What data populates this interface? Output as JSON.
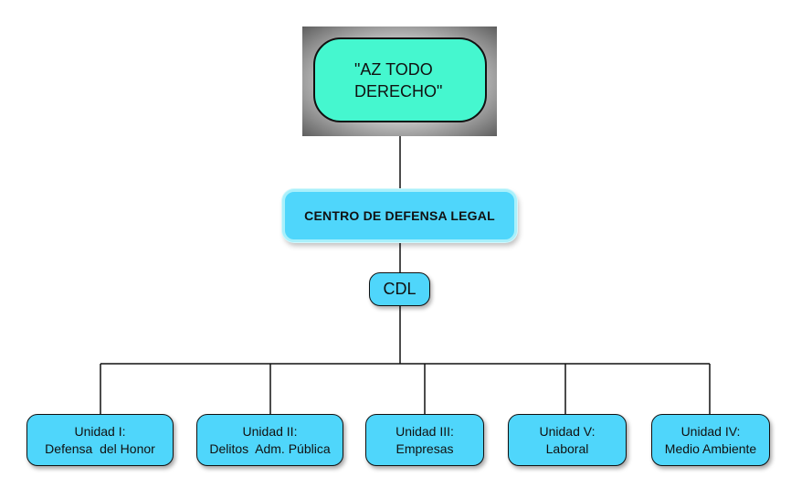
{
  "diagram": {
    "top": {
      "lines": [
        "\"AZ TODO",
        "DERECHO\""
      ]
    },
    "center": {
      "label": "CENTRO DE DEFENSA LEGAL"
    },
    "cdl": {
      "label": "CDL"
    },
    "units": [
      {
        "line1": "Unidad I:",
        "line2": "Defensa  del Honor"
      },
      {
        "line1": "Unidad II:",
        "line2": "Delitos  Adm. Pública"
      },
      {
        "line1": "Unidad III:",
        "line2": "Empresas"
      },
      {
        "line1": "Unidad V:",
        "line2": "Laboral"
      },
      {
        "line1": "Unidad IV:",
        "line2": "Medio Ambiente"
      }
    ],
    "colors": {
      "top_fill": "#45f7cf",
      "node_fill": "#4fd6fb",
      "line": "#111111"
    }
  }
}
